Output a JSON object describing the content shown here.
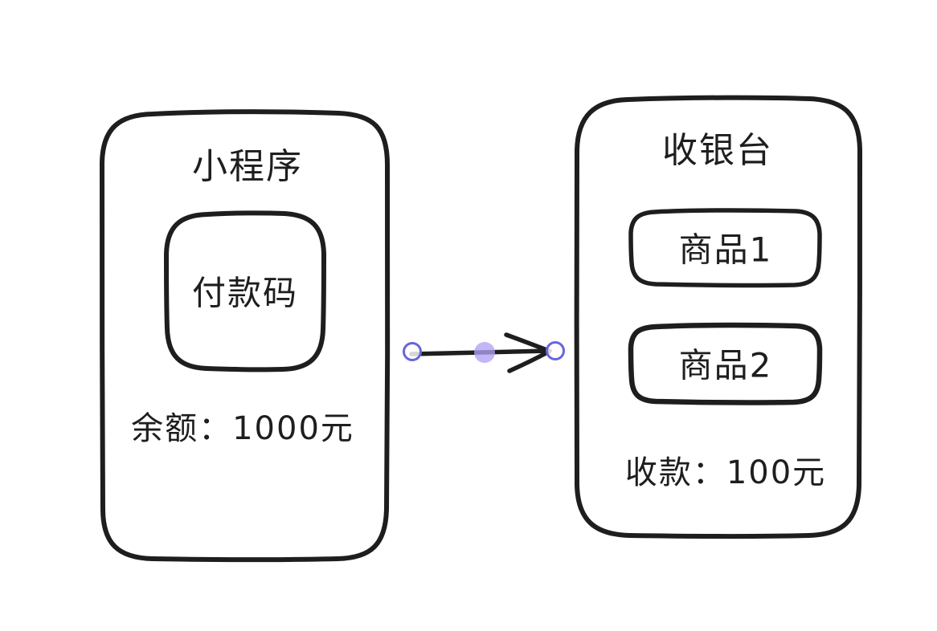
{
  "canvas": {
    "background": "#ffffff",
    "ink_color": "#1e1e1e",
    "selection_color": "#6965db",
    "midpoint_color": "#b2a1f5"
  },
  "mini_program": {
    "title": "小程序",
    "payment_code": "付款码",
    "balance": "余额：1000元"
  },
  "cashier": {
    "title": "收银台",
    "product1": "商品1",
    "product2": "商品2",
    "amount": "收款：100元"
  }
}
